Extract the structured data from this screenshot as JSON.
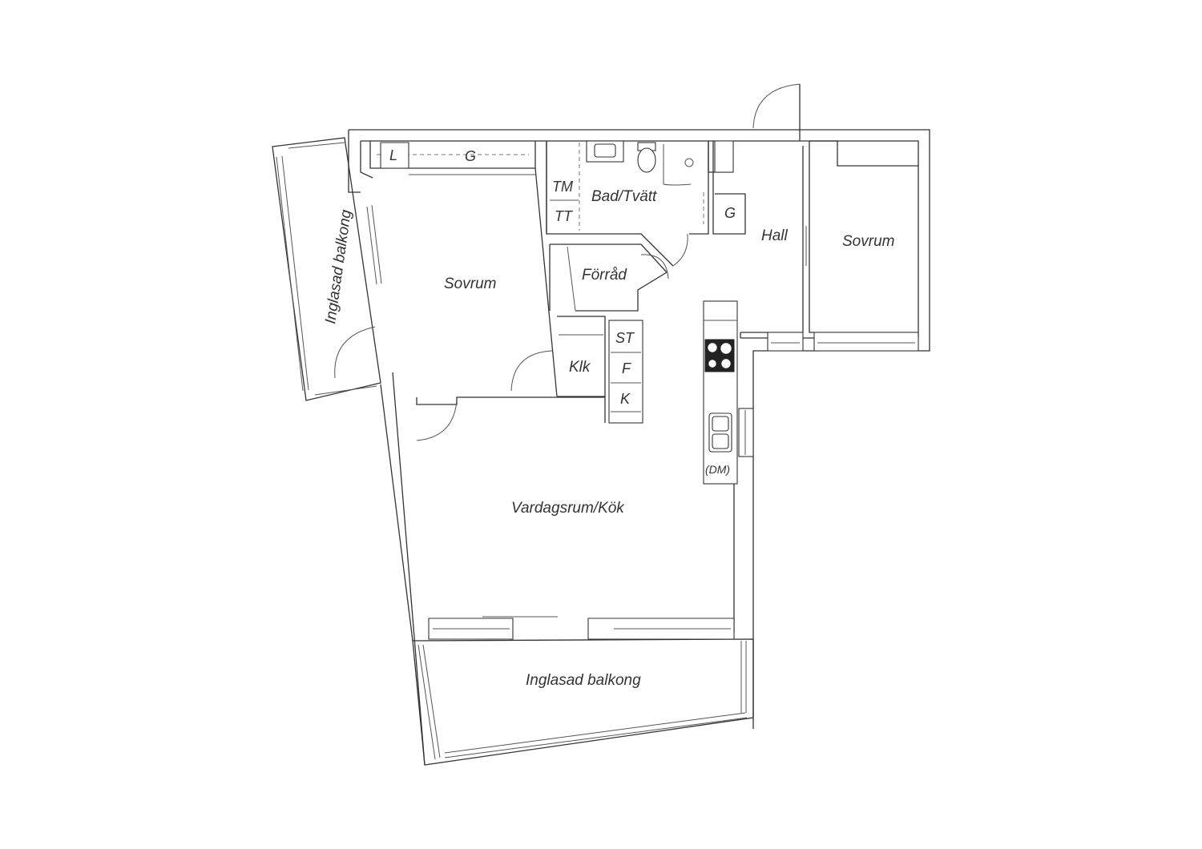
{
  "rooms": {
    "balkong_west": "Inglasad balkong",
    "sovrum_west": "Sovrum",
    "bad_tvatt": "Bad/Tvätt",
    "forrad": "Förråd",
    "hall": "Hall",
    "sovrum_east": "Sovrum",
    "klk": "Klk",
    "vardagsrum_kok": "Vardagsrum/Kök",
    "balkong_south": "Inglasad balkong"
  },
  "fixtures": {
    "linen": "L",
    "wardrobe_west": "G",
    "tm": "TM",
    "tt": "TT",
    "wardrobe_hall": "G",
    "st": "ST",
    "f": "F",
    "k": "K",
    "dm": "(DM)"
  },
  "icons": [
    "door-swing-icon",
    "toilet-icon",
    "washbasin-icon",
    "shower-icon",
    "hob-icon",
    "sink-icon"
  ]
}
